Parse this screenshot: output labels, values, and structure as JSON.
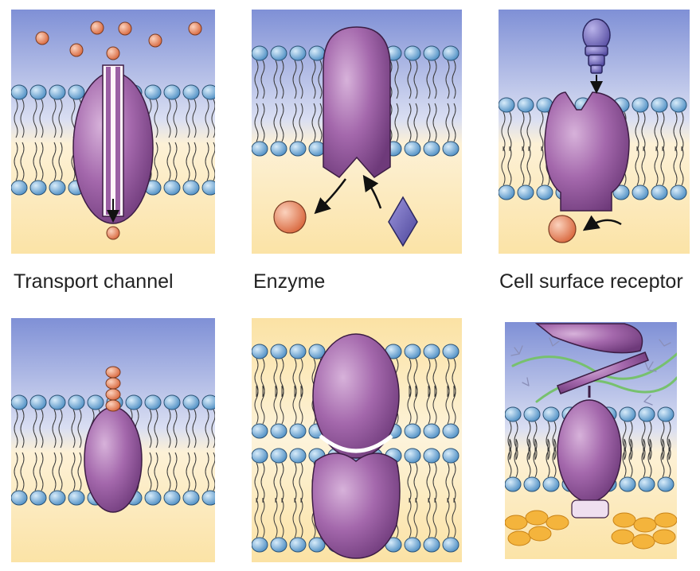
{
  "figure": {
    "captions": {
      "transport_channel": "Transport channel",
      "enzyme": "Enzyme",
      "cell_surface_receptor": "Cell surface receptor"
    }
  },
  "colors": {
    "extracellular_blue": "#7f90d6",
    "cytoplasm_yellow": "#fbe3a6",
    "lipid_head": "#6fa9d8",
    "protein_purple": "#9b5fa4",
    "ligand_orange": "#ea8a62",
    "substrate_violet": "#6c63b6"
  }
}
